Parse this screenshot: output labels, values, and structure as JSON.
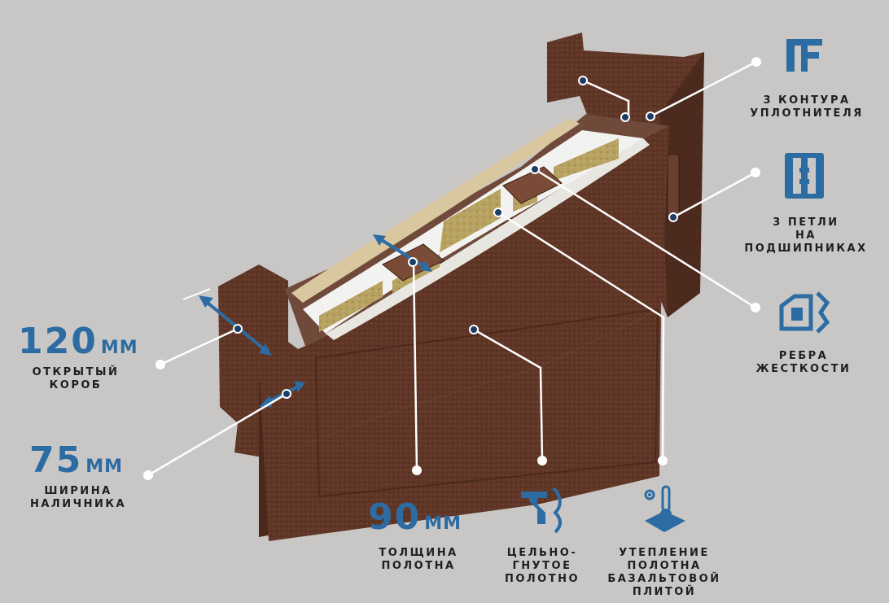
{
  "colors": {
    "background": "#c9c7c5",
    "accent_blue": "#2c6ca3",
    "door_brown": "#5e3526",
    "label_text": "#1f1f1f"
  },
  "dimensions": [
    {
      "value": "120",
      "unit": "ММ",
      "caption": [
        "ОТКРЫТЫЙ",
        "КОРОБ"
      ]
    },
    {
      "value": "75",
      "unit": "ММ",
      "caption": [
        "ШИРИНА",
        "НАЛИЧНИКА"
      ]
    },
    {
      "value": "90",
      "unit": "ММ",
      "caption": [
        "ТОЛЩИНА",
        "ПОЛОТНА"
      ]
    }
  ],
  "features": [
    {
      "icon": "seal-contour-icon",
      "caption": [
        "3 КОНТУРА",
        "УПЛОТНИТЕЛЯ"
      ]
    },
    {
      "icon": "hinge-icon",
      "caption": [
        "3 ПЕТЛИ",
        "НА",
        "ПОДШИПНИКАХ"
      ]
    },
    {
      "icon": "stiffener-icon",
      "caption": [
        "РЕБРА",
        "ЖЕСТКОСТИ"
      ]
    },
    {
      "icon": "bent-sheet-icon",
      "caption": [
        "ЦЕЛЬНО-",
        "ГНУТОЕ",
        "ПОЛОТНО"
      ]
    },
    {
      "icon": "insulation-icon",
      "caption": [
        "УТЕПЛЕНИЕ",
        "ПОЛОТНА",
        "БАЗАЛЬТОВОЙ",
        "ПЛИТОЙ"
      ]
    }
  ]
}
